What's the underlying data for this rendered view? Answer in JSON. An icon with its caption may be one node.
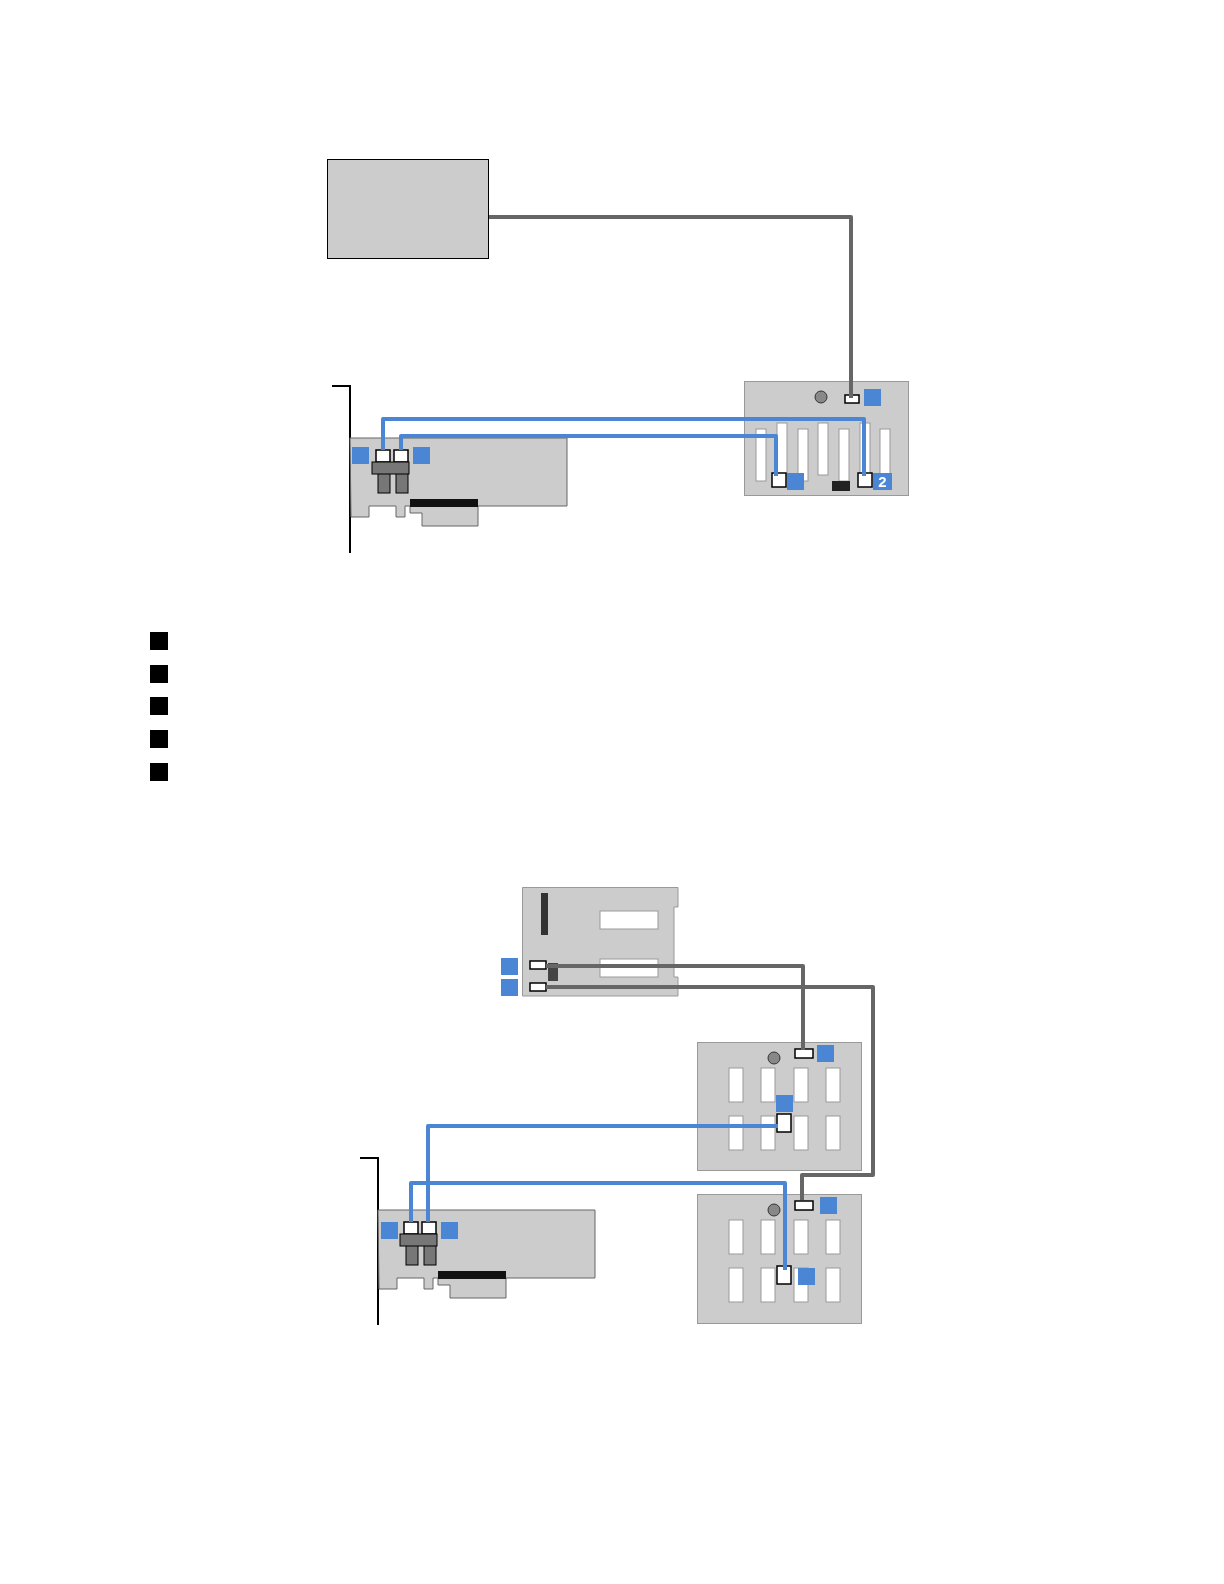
{
  "diagram": {
    "nodes": [
      {
        "text": [],
        "shape": "box"
      },
      {
        "text": [],
        "shape": "picture"
      },
      {
        "text": [],
        "shape": "picture"
      },
      {
        "text": [],
        "shape": "picture"
      },
      {
        "text": [],
        "shape": "picture"
      },
      {
        "text": [],
        "shape": "picture"
      },
      {
        "text": [],
        "shape": "picture"
      }
    ],
    "edges": [
      {
        "from": 0,
        "to": 2,
        "arrow": "none",
        "color": "#666666"
      },
      {
        "from": 1,
        "to": 2,
        "arrow": "none"
      },
      {
        "from": 1,
        "to": 2,
        "arrow": "none"
      },
      {
        "from": 3,
        "to": 5,
        "arrow": "none",
        "color": "#666666"
      },
      {
        "from": 3,
        "to": 6,
        "arrow": "none",
        "color": "#666666"
      },
      {
        "from": 4,
        "to": 5,
        "arrow": "none"
      },
      {
        "from": 4,
        "to": 6,
        "arrow": "none"
      }
    ],
    "labels": [
      "2"
    ]
  }
}
